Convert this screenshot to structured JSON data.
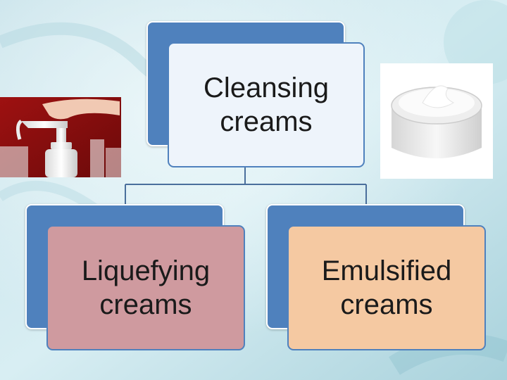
{
  "colors": {
    "back_box": "#4f81bd",
    "top_front_fill": "#eef4fb",
    "left_front_fill": "#cf9a9f",
    "right_front_fill": "#f5c9a2",
    "connector": "#4a6f9c"
  },
  "diagram": {
    "top": {
      "label": "Cleansing creams"
    },
    "left": {
      "label": "Liquefying creams"
    },
    "right": {
      "label": "Emulsified creams"
    }
  },
  "images": {
    "left_photo": "pump-dispenser-bottle-photo",
    "right_photo": "cream-jar-photo"
  }
}
